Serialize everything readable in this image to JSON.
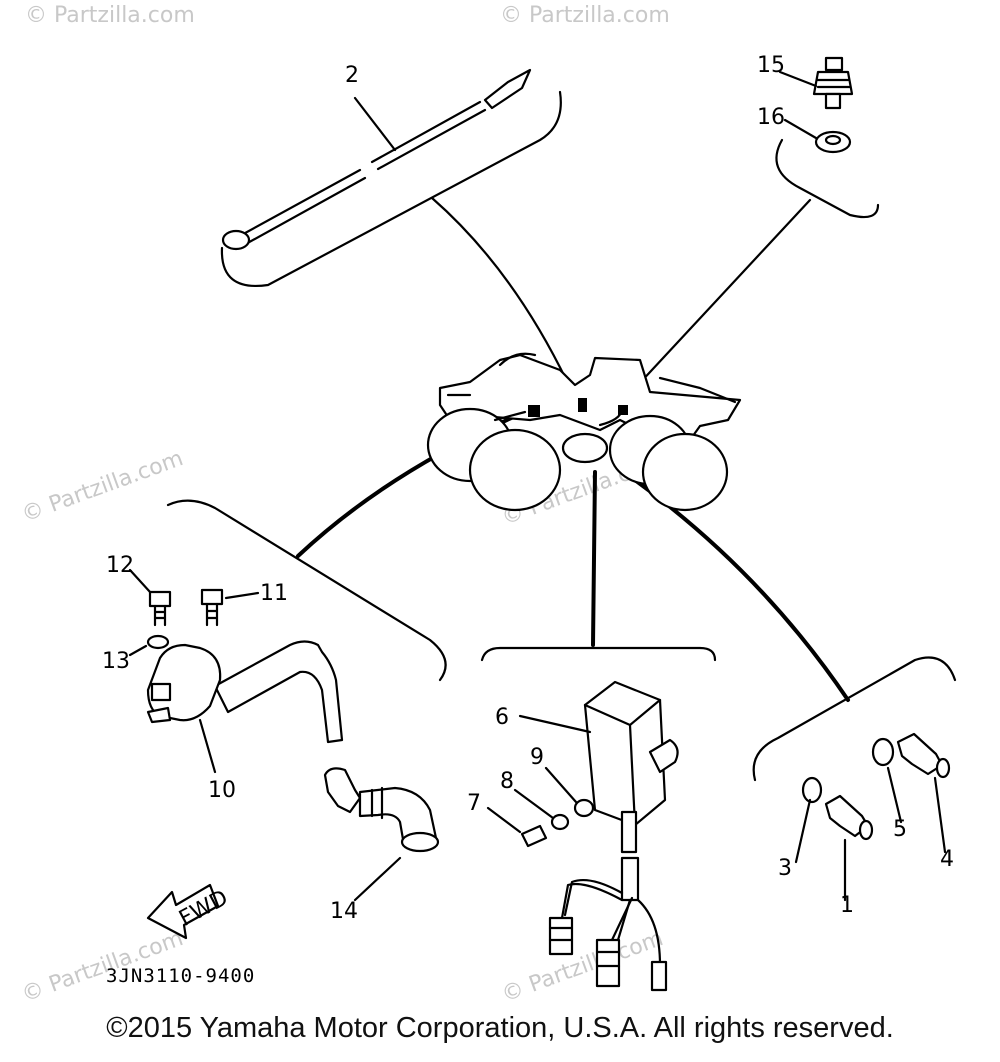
{
  "watermarks": {
    "site": "© Partzilla.com"
  },
  "callouts": {
    "c1": "1",
    "c2": "2",
    "c3": "3",
    "c4": "4",
    "c5": "5",
    "c6": "6",
    "c7": "7",
    "c8": "8",
    "c9": "9",
    "c10": "10",
    "c11": "11",
    "c12": "12",
    "c13": "13",
    "c14": "14",
    "c15": "15",
    "c16": "16"
  },
  "fwd_arrow": {
    "label": "FWD"
  },
  "diagram_code": "3JN3110-9400",
  "copyright": "©2015 Yamaha Motor Corporation, U.S.A. All rights reserved."
}
